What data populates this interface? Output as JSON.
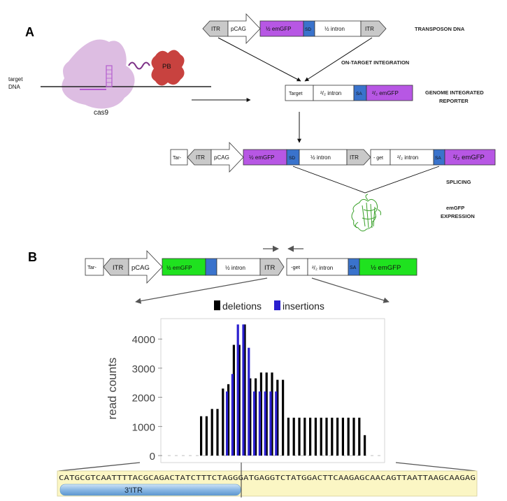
{
  "panel_a": {
    "letter": "A",
    "target_dna_label": "target DNA",
    "cas9_label": "cas9",
    "pb_label": "PB",
    "transposon": {
      "itr_left": "ITR",
      "pcag": "pCAG",
      "half_emgfp": "½ emGFP",
      "sd": "SD",
      "half_intron": "½ intron",
      "itr_right": "ITR",
      "label": "TRANSPOSON DNA"
    },
    "on_target_label": "ON-TARGET INTEGRATION",
    "reporter": {
      "target": "Target",
      "intron_2_2": "²/₂ intron",
      "sa": "SA",
      "emgfp_2_2": "²/₂ emGFP",
      "label_line1": "GENOME INTEGRATED",
      "label_line2": "REPORTER"
    },
    "integrated": {
      "tar": "Tar-",
      "itr_left": "ITR",
      "pcag": "pCAG",
      "half_emgfp": "½ emGFP",
      "sd": "SD",
      "half_intron": "½ intron",
      "itr_right": "ITR",
      "get": "- get",
      "intron_2_2": "²/₂ intron",
      "sa": "SA",
      "emgfp_2_2": "²/₂ emGFP"
    },
    "splicing_label": "SPLICING",
    "expression_line1": "emGFP",
    "expression_line2": "EXPRESSION"
  },
  "panel_b": {
    "letter": "B",
    "construct": {
      "tar": "Tar-",
      "itr_left": "ITR",
      "pcag": "pCAG",
      "half_emgfp": "½ emGFP",
      "half_intron": "½ intron",
      "itr_right": "ITR",
      "get": "-get",
      "intron_2_2": "²/₂ intron",
      "sa": "SA",
      "emgfp_half": "½ emGFP"
    },
    "sequence": "CATGCGTCAATTTTACGCAGACTATCTTTCTAGGGATGAGGTCTATGGACTTCAAGAGCAACAGTTAATTAAGCAAGAG",
    "itr_bar_label": "3'ITR"
  },
  "colors": {
    "purple": "#b757e4",
    "green": "#1fe21f",
    "blue_box": "#3a73cc",
    "itr_grey": "#c9c9c9",
    "cas9": "#d9b6df",
    "pb_red": "#c8423f",
    "deletion": "#000000",
    "insertion": "#2a1fcf",
    "seq_bg": "#fbf6c4"
  },
  "chart_data": {
    "type": "bar",
    "title": "",
    "ylabel": "read counts",
    "xlabel": "",
    "yticks": [
      0,
      1000,
      2000,
      3000,
      4000
    ],
    "ylim": [
      0,
      4700
    ],
    "legend": [
      "deletions",
      "insertions"
    ],
    "legend_position": "top",
    "series": [
      {
        "name": "deletions",
        "values": [
          1350,
          1350,
          1600,
          1600,
          2300,
          2450,
          3800,
          3800,
          4500,
          2650,
          2650,
          2850,
          2850,
          2850,
          2600,
          2600,
          1300,
          1300,
          1300,
          1300,
          1300,
          1300,
          1300,
          1300,
          1300,
          1300,
          1300,
          1300,
          1300,
          1300,
          700
        ]
      },
      {
        "name": "insertions",
        "values": [
          2200,
          2800,
          4500,
          4500,
          3700,
          2200,
          2200,
          2200,
          2200,
          2200
        ]
      }
    ]
  }
}
